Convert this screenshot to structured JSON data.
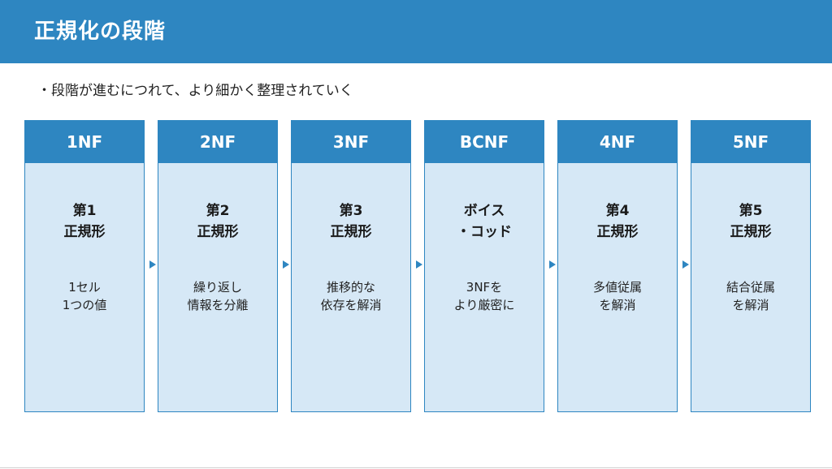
{
  "title": "正規化の段階",
  "bullet": "・段階が進むにつれて、より細かく整理されていく",
  "stages": [
    {
      "label": "1NF",
      "name": "第1\n正規形",
      "desc": "1セル\n1つの値"
    },
    {
      "label": "2NF",
      "name": "第2\n正規形",
      "desc": "繰り返し\n情報を分離"
    },
    {
      "label": "3NF",
      "name": "第3\n正規形",
      "desc": "推移的な\n依存を解消"
    },
    {
      "label": "BCNF",
      "name": "ボイス\n・コッド",
      "desc": "3NFを\nより厳密に"
    },
    {
      "label": "4NF",
      "name": "第4\n正規形",
      "desc": "多値従属\nを解消"
    },
    {
      "label": "5NF",
      "name": "第5\n正規形",
      "desc": "結合従属\nを解消"
    }
  ],
  "colors": {
    "accent": "#2e86c1",
    "panel": "#d6e8f6"
  }
}
